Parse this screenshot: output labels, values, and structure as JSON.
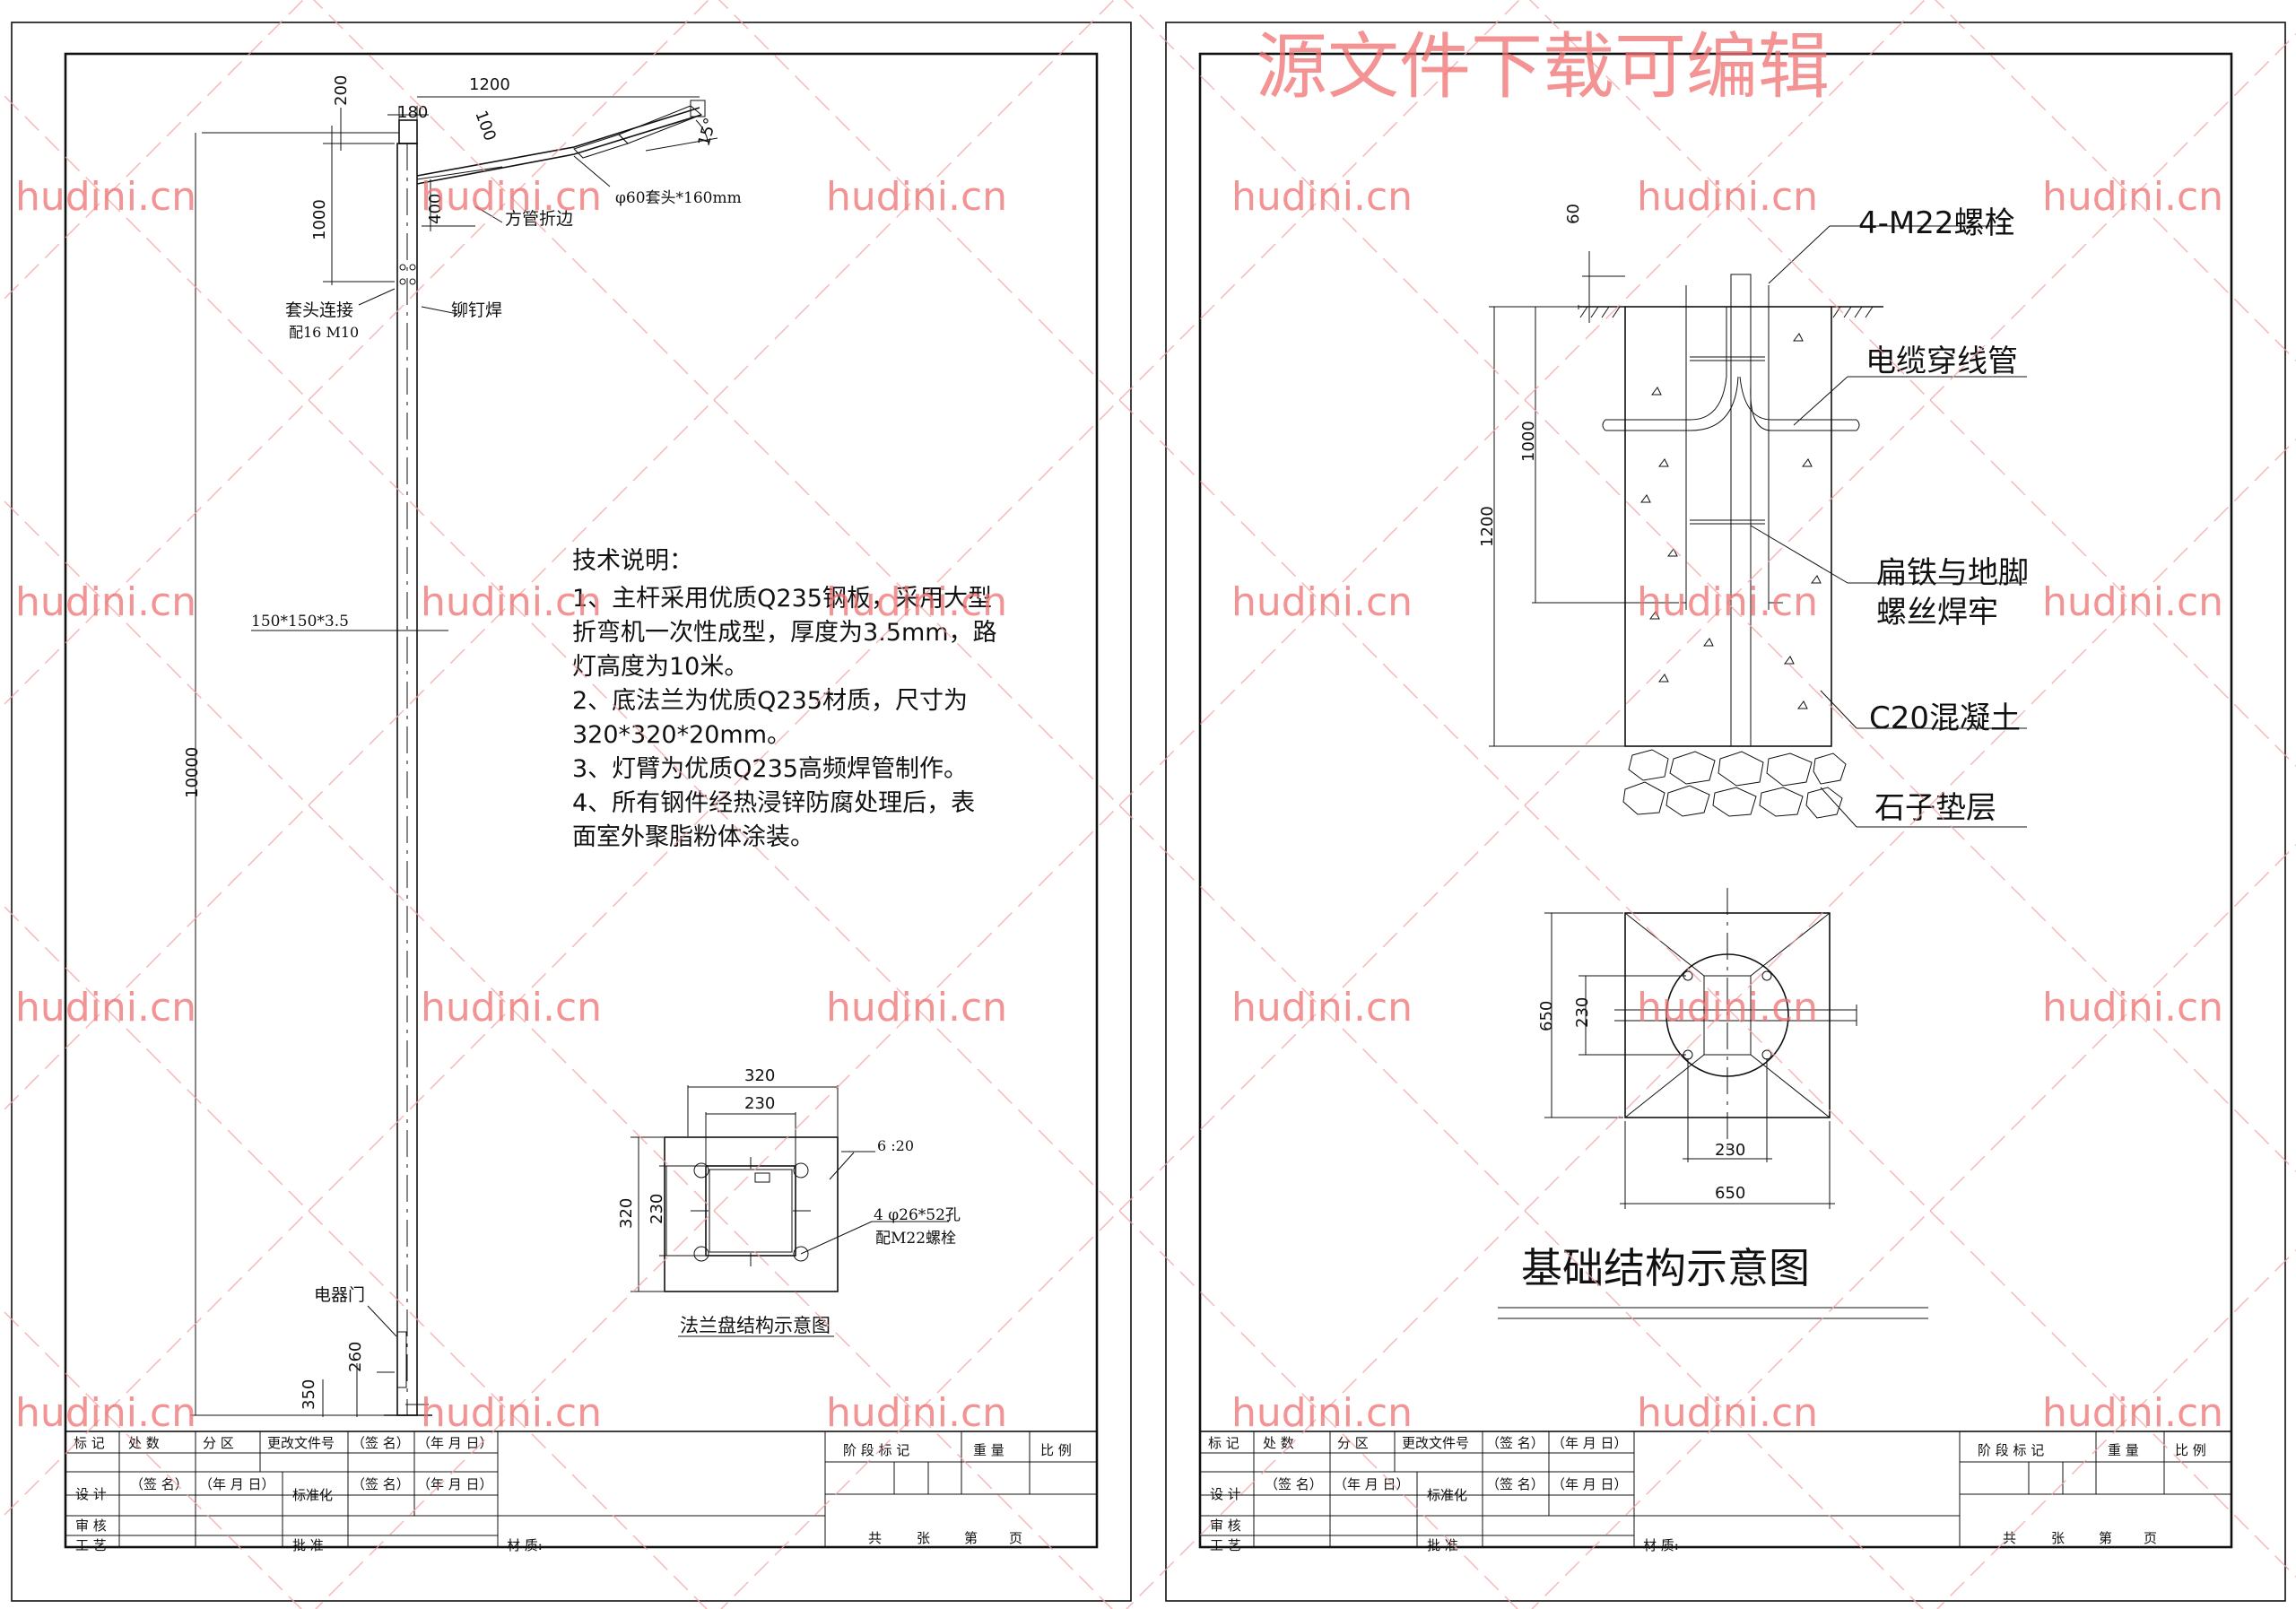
{
  "watermark": {
    "site": "hudini.cn",
    "banner": "源文件下载可编辑",
    "color": "#f07070"
  },
  "left_sheet": {
    "dims": {
      "d200": "200",
      "d180": "180",
      "d1200": "1200",
      "d100": "100",
      "d15": "15°",
      "d400": "400",
      "d1000": "1000",
      "d10000": "10000",
      "d260": "260",
      "d350": "350"
    },
    "callouts": {
      "sleeve": "φ60套头*160mm",
      "square_fold": "方管折边",
      "sleeve_joint": "套头连接",
      "sleeve_bolt": "配16 M10",
      "rivet": "铆钉焊",
      "section": "150*150*3.5",
      "door": "电器门"
    },
    "notes": {
      "title": "技术说明：",
      "lines": [
        "1、主杆采用优质Q235钢板，采用大型",
        "折弯机一次性成型，厚度为3.5mm，路",
        "灯高度为10米。",
        "2、底法兰为优质Q235材质，尺寸为",
        "320*320*20mm。",
        "3、灯臂为优质Q235高频焊管制作。",
        "4、所有钢件经热浸锌防腐处理后，表",
        "面室外聚脂粉体涂装。"
      ]
    },
    "flange": {
      "d320_top": "320",
      "d230_top": "230",
      "d320_left": "320",
      "d230_left": "230",
      "weld": "6 :20",
      "holes": "4  φ26*52孔",
      "bolts": "配M22螺栓",
      "caption": "法兰盘结构示意图"
    }
  },
  "right_sheet": {
    "labels": {
      "bolts": "4-M22螺栓",
      "cable": "电缆穿线管",
      "flat_iron_1": "扁铁与地脚",
      "flat_iron_2": "螺丝焊牢",
      "concrete": "C20混凝土",
      "gravel": "石子垫层"
    },
    "dims": {
      "d60": "60",
      "d1000": "1000",
      "d1200": "1200",
      "d650_left": "650",
      "d230_left": "230",
      "d230_bottom": "230",
      "d650_bottom": "650"
    },
    "title": "基础结构示意图"
  },
  "title_block": {
    "mark": "标 记",
    "count": "处 数",
    "zone": "分 区",
    "doc": "更改文件号",
    "sign": "（签 名）",
    "date": "（年 月 日）",
    "design": "设 计",
    "standard": "标准化",
    "review": "审 核",
    "craft": "工 艺",
    "approve": "批 准",
    "material": "材 质:",
    "stage_mark": "阶 段 标 记",
    "weight": "重 量",
    "scale": "比 例",
    "total_sheets": "共",
    "sheets": "张",
    "page_no": "第",
    "page": "页"
  }
}
